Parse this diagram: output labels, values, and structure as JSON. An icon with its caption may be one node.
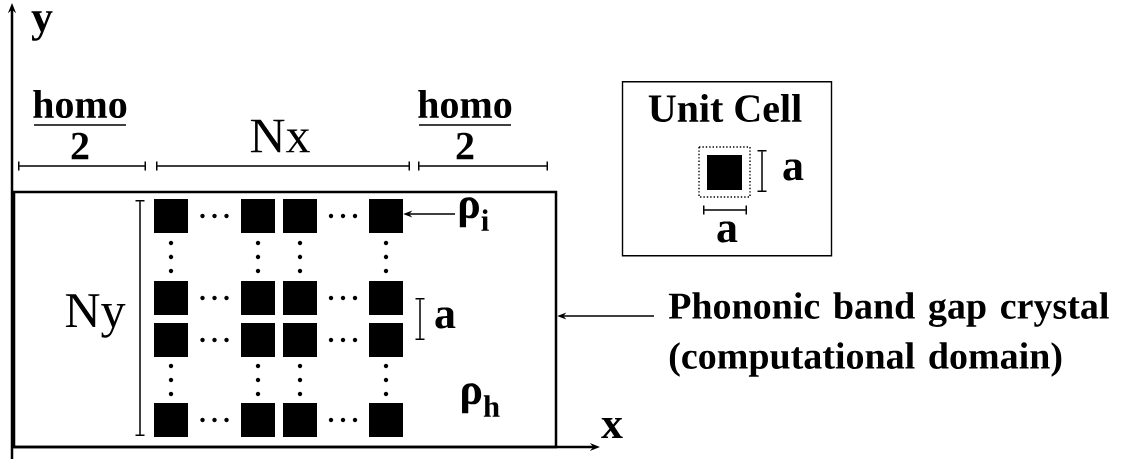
{
  "diagram": {
    "nodes": [
      {
        "text": [],
        "shape": "box"
      },
      {
        "text": [],
        "shape": "box",
        "in": 0
      },
      {
        "text": [],
        "shape": "box",
        "in": 0
      },
      {
        "text": [],
        "shape": "box",
        "in": 0
      },
      {
        "text": [],
        "shape": "box",
        "in": 0
      },
      {
        "text": [],
        "shape": "box",
        "in": 0
      },
      {
        "text": [],
        "shape": "box",
        "in": 0
      },
      {
        "text": [],
        "shape": "box",
        "in": 0
      },
      {
        "text": [],
        "shape": "box",
        "in": 0
      },
      {
        "text": [],
        "shape": "box",
        "in": 0
      },
      {
        "text": [],
        "shape": "box",
        "in": 0
      },
      {
        "text": [],
        "shape": "box",
        "in": 0
      },
      {
        "text": [],
        "shape": "box",
        "in": 0
      },
      {
        "text": [],
        "shape": "box",
        "in": 0
      },
      {
        "text": [],
        "shape": "box",
        "in": 0
      },
      {
        "text": [],
        "shape": "box",
        "in": 0
      },
      {
        "text": [],
        "shape": "box",
        "in": 0
      },
      {
        "text": [
          "ρ$_{i}$"
        ],
        "in": 0
      },
      {
        "text": [
          "Unit Cell"
        ]
      },
      {
        "text": [
          "Phononic band gap crystal (computational domain)"
        ]
      }
    ],
    "edges": [
      {
        "from": 17,
        "to": 4,
        "arrow": "to"
      },
      {
        "from": 19,
        "to": 0,
        "arrow": "to"
      }
    ],
    "labels": [
      "y",
      "homo",
      "2",
      "Nx",
      "homo",
      "2",
      "Ny",
      "a",
      "ρ$_{h}$",
      "x",
      "a",
      "a"
    ]
  }
}
